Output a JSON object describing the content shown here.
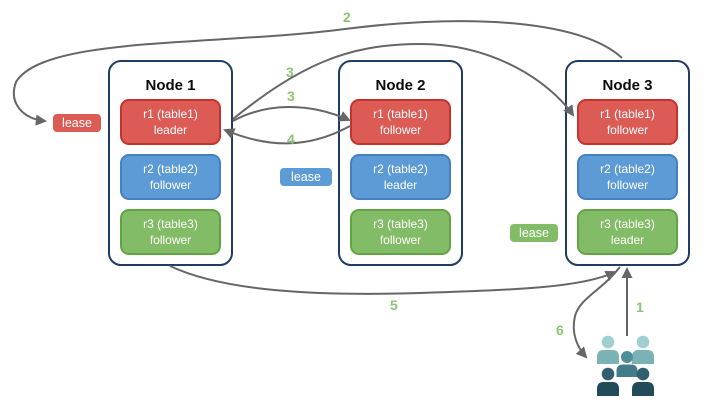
{
  "nodes": [
    {
      "title": "Node 1",
      "replicas": [
        {
          "name": "r1 (table1)",
          "role": "leader",
          "color": "red"
        },
        {
          "name": "r2 (table2)",
          "role": "follower",
          "color": "blue"
        },
        {
          "name": "r3 (table3)",
          "role": "follower",
          "color": "green"
        }
      ]
    },
    {
      "title": "Node 2",
      "replicas": [
        {
          "name": "r1 (table1)",
          "role": "follower",
          "color": "red"
        },
        {
          "name": "r2 (table2)",
          "role": "leader",
          "color": "blue"
        },
        {
          "name": "r3 (table3)",
          "role": "follower",
          "color": "green"
        }
      ]
    },
    {
      "title": "Node 3",
      "replicas": [
        {
          "name": "r1 (table1)",
          "role": "follower",
          "color": "red"
        },
        {
          "name": "r2 (table2)",
          "role": "follower",
          "color": "blue"
        },
        {
          "name": "r3 (table3)",
          "role": "leader",
          "color": "green"
        }
      ]
    }
  ],
  "leases": [
    {
      "label": "lease",
      "color": "red"
    },
    {
      "label": "lease",
      "color": "blue"
    },
    {
      "label": "lease",
      "color": "green"
    }
  ],
  "arrows": [
    {
      "label": "1"
    },
    {
      "label": "2"
    },
    {
      "label": "3"
    },
    {
      "label": "3"
    },
    {
      "label": "4"
    },
    {
      "label": "5"
    },
    {
      "label": "6"
    }
  ],
  "icons": {
    "people_group": "user-group-icon"
  },
  "colors": {
    "red": {
      "fill": "#DC5B55",
      "border": "#C4332D"
    },
    "blue": {
      "fill": "#5C9BD5",
      "border": "#4680C2"
    },
    "green": {
      "fill": "#83BC66",
      "border": "#62A343"
    },
    "node_border": "#1F3B66",
    "arrow": "#666666",
    "step_label": "#8CC471",
    "people": {
      "light": "#9FCFD3",
      "medium": "#4F8D99",
      "dark": "#306070"
    }
  }
}
